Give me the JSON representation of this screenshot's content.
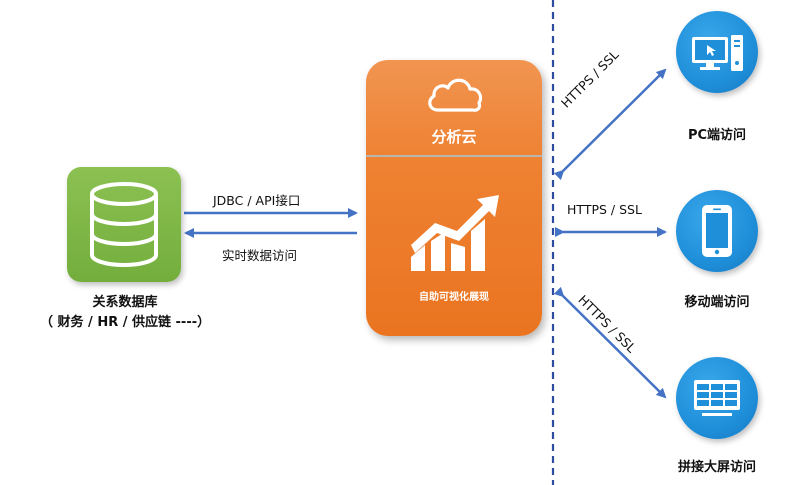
{
  "database": {
    "name": "关系数据库",
    "detail": "（ 财务 / HR / 供应链 ----）",
    "icon": "database-icon",
    "color": "#7ab648"
  },
  "cloud": {
    "title": "分析云",
    "subtitle": "自助可视化展现",
    "icons": [
      "cloud-icon",
      "growth-chart-icon"
    ],
    "color": "#ee7d2f"
  },
  "db_links": {
    "to_cloud": "JDBC / API接口",
    "from_cloud": "实时数据访问"
  },
  "clients": [
    {
      "label": "PC端访问",
      "link": "HTTPS / SSL",
      "icon": "desktop-computer-icon"
    },
    {
      "label": "移动端访问",
      "link": "HTTPS / SSL",
      "icon": "mobile-phone-icon"
    },
    {
      "label": "拼接大屏访问",
      "link": "HTTPS / SSL",
      "icon": "large-screen-icon"
    }
  ],
  "colors": {
    "arrow": "#4472c4",
    "divider": "#2e4d9e",
    "client_circle": "#1f8fda"
  }
}
